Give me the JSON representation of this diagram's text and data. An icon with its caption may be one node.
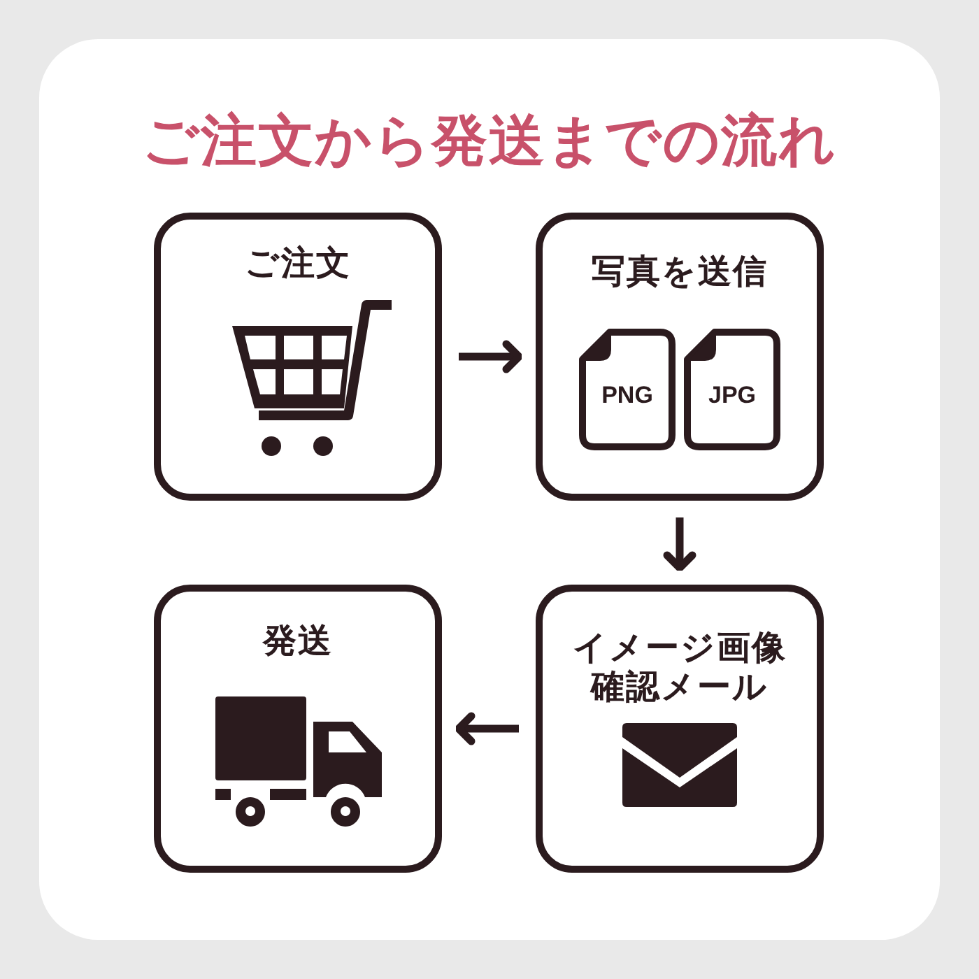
{
  "diagram": {
    "title": "ご注文から発送までの流れ",
    "nodes": [
      {
        "text": [
          "ご注文"
        ]
      },
      {
        "text": [
          "写真を送信"
        ]
      },
      {
        "text": [
          "PNG"
        ],
        "in": 1
      },
      {
        "text": [
          "JPG"
        ],
        "in": 1
      },
      {
        "text": [
          "発送"
        ]
      },
      {
        "text": [
          "イメージ画像確認メール"
        ]
      }
    ],
    "edges": [
      {
        "from": 0,
        "to": 1,
        "arrow": "to"
      },
      {
        "from": 1,
        "to": 5,
        "arrow": "to"
      },
      {
        "from": 5,
        "to": 4,
        "arrow": "to"
      }
    ]
  }
}
